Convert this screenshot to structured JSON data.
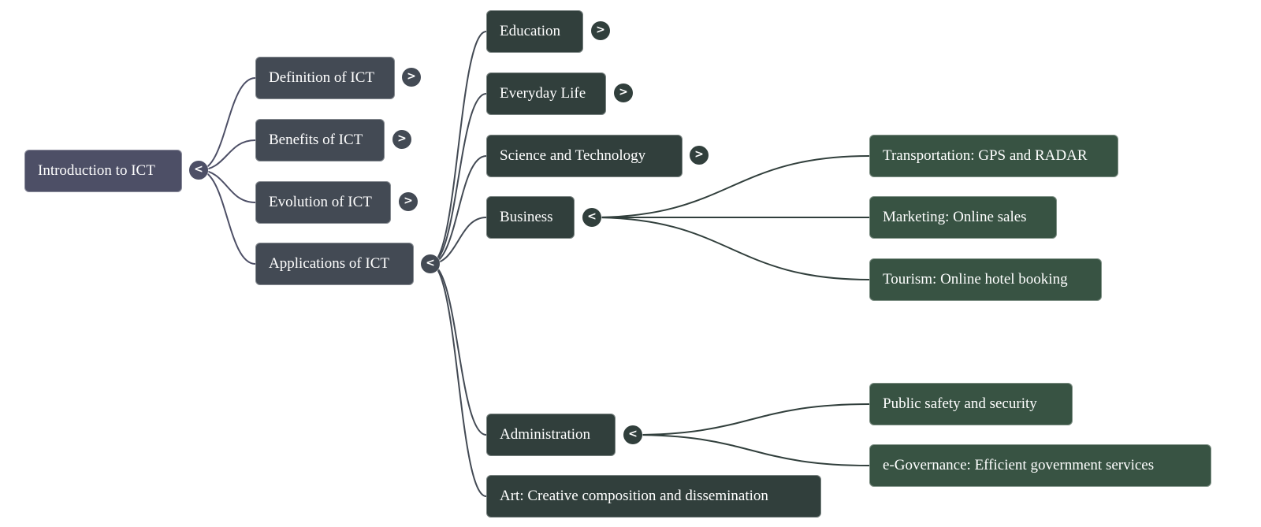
{
  "root": {
    "label": "Introduction to ICT",
    "toggle": "<",
    "color": "#4d4f66",
    "line_color": "#4d4f66"
  },
  "level1": [
    {
      "id": "definition",
      "label": "Definition of ICT",
      "toggle": ">"
    },
    {
      "id": "benefits",
      "label": "Benefits of ICT",
      "toggle": ">"
    },
    {
      "id": "evolution",
      "label": "Evolution of ICT",
      "toggle": ">"
    },
    {
      "id": "applications",
      "label": "Applications of ICT",
      "toggle": "<"
    }
  ],
  "level2": [
    {
      "id": "education",
      "label": "Education",
      "toggle": ">"
    },
    {
      "id": "everyday",
      "label": "Everyday Life",
      "toggle": ">"
    },
    {
      "id": "science",
      "label": "Science and Technology",
      "toggle": ">"
    },
    {
      "id": "business",
      "label": "Business",
      "toggle": "<"
    },
    {
      "id": "administration",
      "label": "Administration",
      "toggle": "<"
    },
    {
      "id": "art",
      "label": "Art: Creative composition and dissemination",
      "toggle": null
    }
  ],
  "level3": [
    {
      "id": "transportation",
      "parent": "business",
      "label": "Transportation: GPS and RADAR"
    },
    {
      "id": "marketing",
      "parent": "business",
      "label": "Marketing: Online sales"
    },
    {
      "id": "tourism",
      "parent": "business",
      "label": "Tourism: Online hotel booking"
    },
    {
      "id": "public",
      "parent": "administration",
      "label": "Public safety and security"
    },
    {
      "id": "egov",
      "parent": "administration",
      "label": "e-Governance: Efficient government services"
    }
  ],
  "colors": {
    "root": "#4d4f66",
    "level1": "#434a54",
    "level2": "#313f3c",
    "level3": "#385343"
  }
}
